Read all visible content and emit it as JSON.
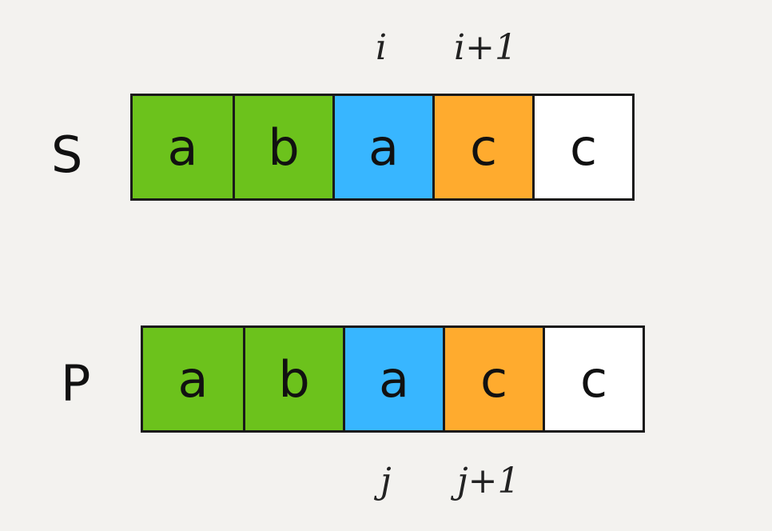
{
  "rows": [
    {
      "label": "S",
      "cells": [
        {
          "char": "a",
          "color": "#6cc21c"
        },
        {
          "char": "b",
          "color": "#6cc21c"
        },
        {
          "char": "a",
          "color": "#38b6ff"
        },
        {
          "char": "c",
          "color": "#ffab2e"
        },
        {
          "char": "c",
          "color": "#ffffff"
        }
      ],
      "pointers": [
        "i",
        "i+1"
      ]
    },
    {
      "label": "P",
      "cells": [
        {
          "char": "a",
          "color": "#6cc21c"
        },
        {
          "char": "b",
          "color": "#6cc21c"
        },
        {
          "char": "a",
          "color": "#38b6ff"
        },
        {
          "char": "c",
          "color": "#ffab2e"
        },
        {
          "char": "c",
          "color": "#ffffff"
        }
      ],
      "pointers": [
        "j",
        "j+1"
      ]
    }
  ]
}
